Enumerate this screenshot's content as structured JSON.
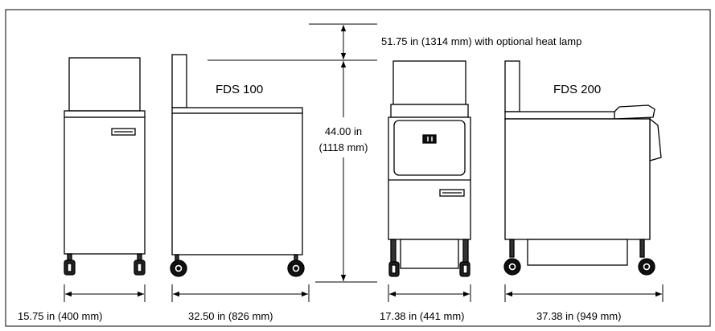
{
  "models": {
    "fds100": {
      "title": "FDS 100"
    },
    "fds200": {
      "title": "FDS 200"
    }
  },
  "dimensions": {
    "heat_lamp_height": "51.75 in (1314 mm) with optional heat lamp",
    "height_in": "44.00 in",
    "height_mm": "(1118 mm)",
    "fds100_width": "15.75 in (400 mm)",
    "fds100_depth": "32.50 in (826 mm)",
    "fds200_width": "17.38 in (441 mm)",
    "fds200_depth": "37.38 in (949 mm)"
  }
}
